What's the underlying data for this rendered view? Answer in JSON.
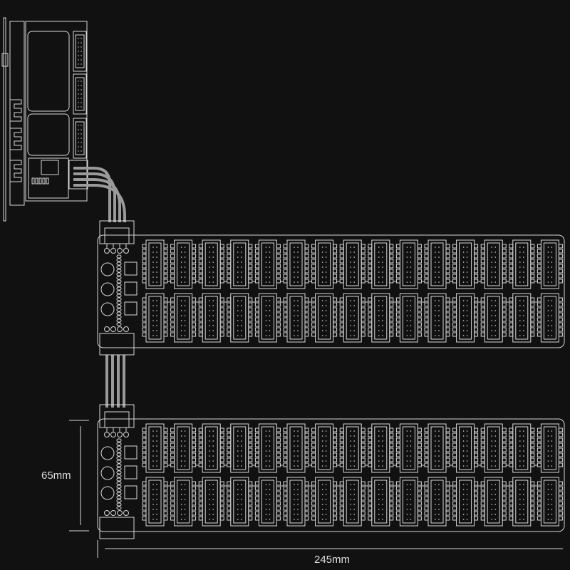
{
  "dimensions": {
    "height_label": "65mm",
    "width_label": "245mm"
  },
  "boards": {
    "count": 2,
    "connectors_per_row": 15,
    "rows_per_board": 2,
    "ribbon_wires": 4
  },
  "colors": {
    "background": "#111111",
    "line": "#d8d8d8",
    "cable": "#9a9a9a"
  }
}
